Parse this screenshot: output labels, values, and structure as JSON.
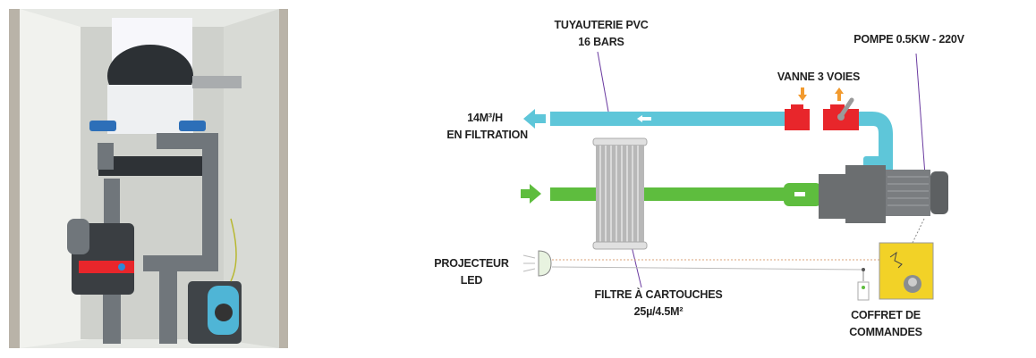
{
  "colors": {
    "supply_pipe": "#5ec6d9",
    "return_pipe": "#5ebd3e",
    "valve": "#e8262b",
    "pump": "#6b6e70",
    "control_box": "#f2d227",
    "leader": "#6a3aa0"
  },
  "labels": {
    "pipe": [
      "TUYAUTERIE PVC",
      "16 BARS"
    ],
    "pump": "POMPE 0.5KW - 220V",
    "valve": "VANNE 3 VOIES",
    "flow": [
      "14M³/H",
      "EN FILTRATION"
    ],
    "led": [
      "PROJECTEUR",
      "LED"
    ],
    "filter": [
      "FILTRE À CARTOUCHES",
      "25µ/4.5M²"
    ],
    "control": [
      "COFFRET DE",
      "COMMANDES"
    ]
  }
}
